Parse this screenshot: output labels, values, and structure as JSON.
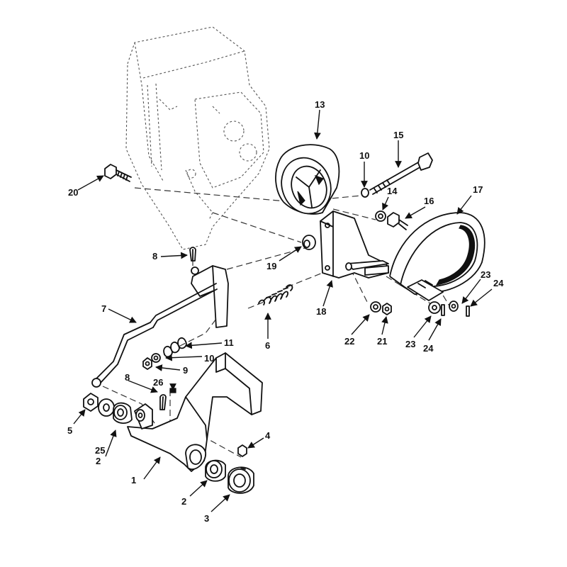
{
  "labels": [
    {
      "id": "c1",
      "text": "1"
    },
    {
      "id": "c2a",
      "text": "2"
    },
    {
      "id": "c2b",
      "text": "2"
    },
    {
      "id": "c3",
      "text": "3"
    },
    {
      "id": "c4",
      "text": "4"
    },
    {
      "id": "c5",
      "text": "5"
    },
    {
      "id": "c6",
      "text": "6"
    },
    {
      "id": "c7",
      "text": "7"
    },
    {
      "id": "c8a",
      "text": "8"
    },
    {
      "id": "c8b",
      "text": "8"
    },
    {
      "id": "c9",
      "text": "9"
    },
    {
      "id": "c10a",
      "text": "10"
    },
    {
      "id": "c10b",
      "text": "10"
    },
    {
      "id": "c11",
      "text": "11"
    },
    {
      "id": "c13",
      "text": "13"
    },
    {
      "id": "c14",
      "text": "14"
    },
    {
      "id": "c15",
      "text": "15"
    },
    {
      "id": "c16",
      "text": "16"
    },
    {
      "id": "c17",
      "text": "17"
    },
    {
      "id": "c18",
      "text": "18"
    },
    {
      "id": "c19",
      "text": "19"
    },
    {
      "id": "c20",
      "text": "20"
    },
    {
      "id": "c21",
      "text": "21"
    },
    {
      "id": "c22",
      "text": "22"
    },
    {
      "id": "c23a",
      "text": "23"
    },
    {
      "id": "c23b",
      "text": "23"
    },
    {
      "id": "c24a",
      "text": "24"
    },
    {
      "id": "c24b",
      "text": "24"
    },
    {
      "id": "c25",
      "text": "25"
    },
    {
      "id": "c26",
      "text": "26"
    }
  ],
  "colors": {
    "ink": "#111111",
    "paper": "#ffffff"
  }
}
